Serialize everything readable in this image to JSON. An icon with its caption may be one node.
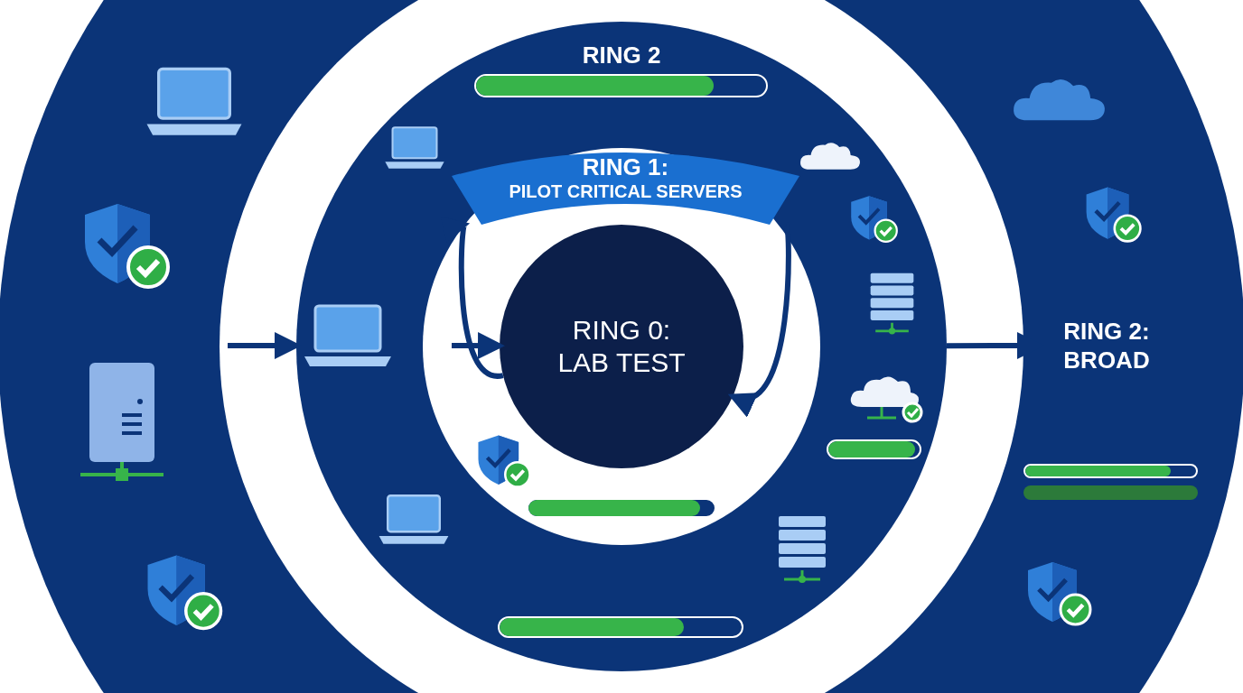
{
  "diagram": {
    "nodes": [
      {
        "text": [],
        "shape": "circle"
      },
      {
        "text": [
          "RING 2"
        ],
        "in": 0
      },
      {
        "text": [
          "RING 1:",
          "PILOT CRITICAL SERVERS"
        ],
        "in": 1
      },
      {
        "text": [
          "RING 0: LAB TEST"
        ],
        "in": 1
      },
      {
        "text": [
          "RING 2: BROAD"
        ],
        "in": 0
      }
    ],
    "edges": [
      {
        "from": null,
        "to": 1,
        "arrow": "to"
      },
      {
        "from": null,
        "to": 3,
        "arrow": "to"
      },
      {
        "from": 3,
        "to": 2,
        "arrow": "to"
      },
      {
        "from": 2,
        "to": 3,
        "arrow": "to"
      },
      {
        "from": 1,
        "to": 4,
        "arrow": "to"
      }
    ]
  }
}
